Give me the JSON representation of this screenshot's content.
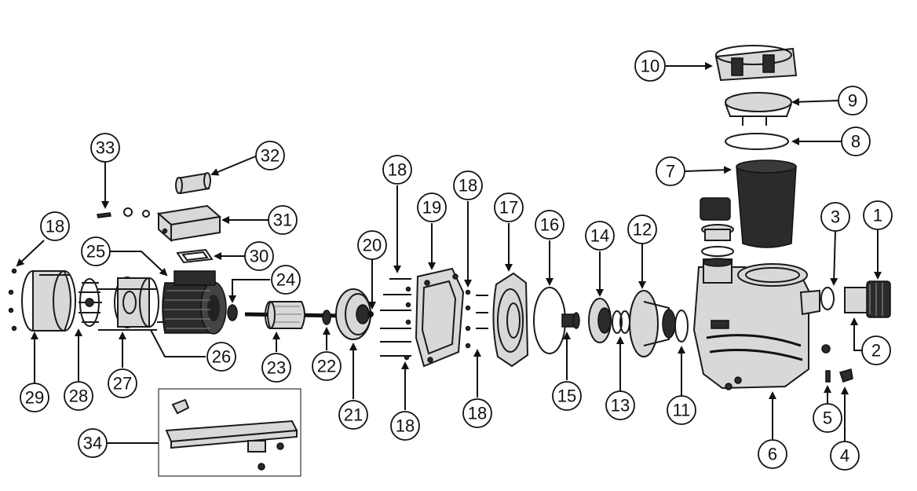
{
  "callouts": {
    "c1": "1",
    "c2": "2",
    "c3": "3",
    "c4": "4",
    "c5": "5",
    "c6": "6",
    "c7": "7",
    "c8": "8",
    "c9": "9",
    "c10": "10",
    "c11": "11",
    "c12": "12",
    "c13": "13",
    "c14": "14",
    "c15": "15",
    "c16": "16",
    "c17": "17",
    "c18a": "18",
    "c18b": "18",
    "c18c": "18",
    "c18d": "18",
    "c18e": "18",
    "c19": "19",
    "c20": "20",
    "c21": "21",
    "c22": "22",
    "c23": "23",
    "c24": "24",
    "c25": "25",
    "c26": "26",
    "c27": "27",
    "c28": "28",
    "c29": "29",
    "c30": "30",
    "c31": "31",
    "c32": "32",
    "c33": "33",
    "c34": "34"
  }
}
